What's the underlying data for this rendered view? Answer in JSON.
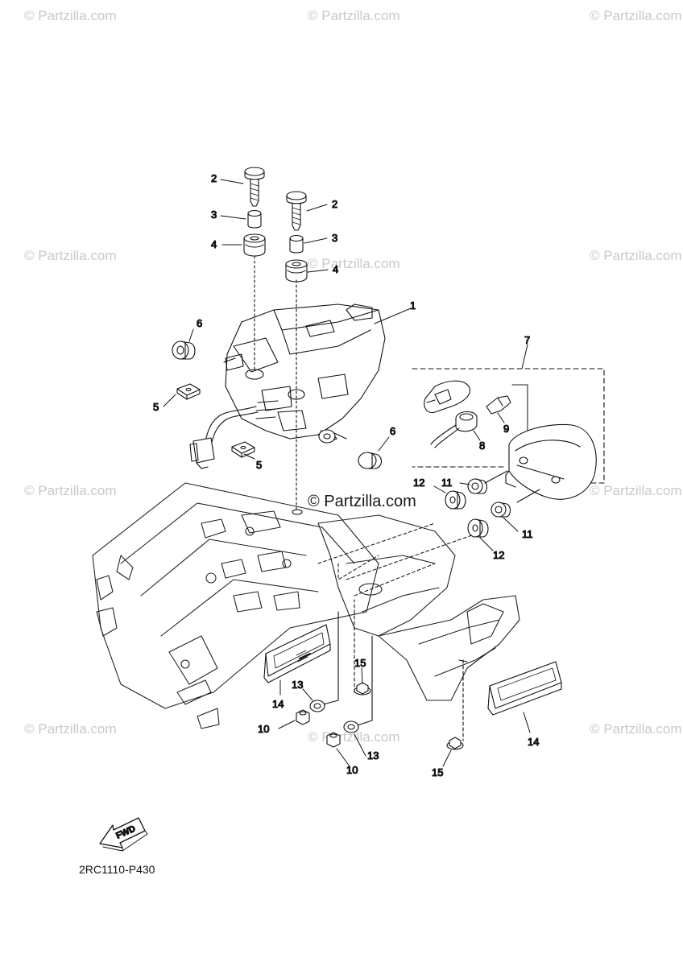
{
  "watermark": "© Partzilla.com",
  "center_watermark": "© Partzilla.com",
  "diagram_code": "2RC1110-P430",
  "fwd_label": "FWD",
  "callouts": [
    {
      "id": "c1",
      "label": "1"
    },
    {
      "id": "c2a",
      "label": "2"
    },
    {
      "id": "c2b",
      "label": "2"
    },
    {
      "id": "c3a",
      "label": "3"
    },
    {
      "id": "c3b",
      "label": "3"
    },
    {
      "id": "c4a",
      "label": "4"
    },
    {
      "id": "c4b",
      "label": "4"
    },
    {
      "id": "c5a",
      "label": "5"
    },
    {
      "id": "c5b",
      "label": "5"
    },
    {
      "id": "c6a",
      "label": "6"
    },
    {
      "id": "c6b",
      "label": "6"
    },
    {
      "id": "c7",
      "label": "7"
    },
    {
      "id": "c8",
      "label": "8"
    },
    {
      "id": "c9",
      "label": "9"
    },
    {
      "id": "c10a",
      "label": "10"
    },
    {
      "id": "c10b",
      "label": "10"
    },
    {
      "id": "c11a",
      "label": "11"
    },
    {
      "id": "c11b",
      "label": "11"
    },
    {
      "id": "c12a",
      "label": "12"
    },
    {
      "id": "c12b",
      "label": "12"
    },
    {
      "id": "c13a",
      "label": "13"
    },
    {
      "id": "c13b",
      "label": "13"
    },
    {
      "id": "c14a",
      "label": "14"
    },
    {
      "id": "c14b",
      "label": "14"
    },
    {
      "id": "c15a",
      "label": "15"
    },
    {
      "id": "c15b",
      "label": "15"
    }
  ]
}
